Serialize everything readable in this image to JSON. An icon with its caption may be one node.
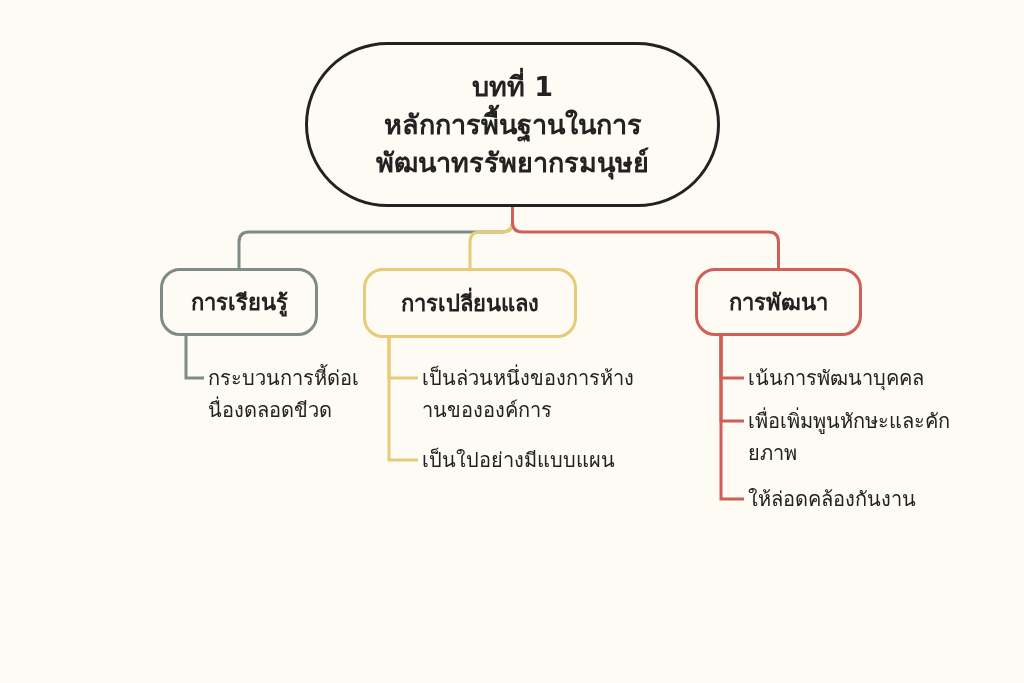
{
  "diagram": {
    "nodes": [
      {
        "text": [
          "บทที่ 1",
          "หลักการพื้นฐานในการพัฒนาทรรัพยากรมนุษย์"
        ]
      },
      {
        "text": [
          "การเรียนรู้"
        ]
      },
      {
        "text": [
          "การเปลี่ยนแลง"
        ]
      },
      {
        "text": [
          "การพัฒนา"
        ]
      },
      {
        "text": [
          "กระบวนการหี้ด่อเนื่องดลอดขีวด"
        ]
      },
      {
        "text": [
          "เป็นล่วนหนึ่งของการห้างานขององค์การ"
        ]
      },
      {
        "text": [
          "เป็นใปอย่างมีแบบแผน"
        ]
      },
      {
        "text": [
          "เน้นการพัฒนาบุคคล"
        ]
      },
      {
        "text": [
          "เพื่อเพิ่มพูนหักษะและคักยภาพ"
        ]
      },
      {
        "text": [
          "ให้ล่อดคล้องกันงาน"
        ]
      }
    ],
    "edges": [
      {
        "from": 0,
        "to": 1,
        "arrow": "none",
        "color": "#7d8c86"
      },
      {
        "from": 0,
        "to": 2,
        "arrow": "none",
        "color": "#e6cb78"
      },
      {
        "from": 0,
        "to": 3,
        "arrow": "none",
        "color": "#cf5f58"
      },
      {
        "from": 1,
        "to": 4,
        "arrow": "none",
        "color": "#7d8c86"
      },
      {
        "from": 2,
        "to": 5,
        "arrow": "none",
        "color": "#e6cb78"
      },
      {
        "from": 2,
        "to": 6,
        "arrow": "none",
        "color": "#e6cb78"
      },
      {
        "from": 3,
        "to": 7,
        "arrow": "none",
        "color": "#cf5f58"
      },
      {
        "from": 3,
        "to": 8,
        "arrow": "none",
        "color": "#cf5f58"
      },
      {
        "from": 3,
        "to": 9,
        "arrow": "none",
        "color": "#cf5f58"
      }
    ]
  }
}
